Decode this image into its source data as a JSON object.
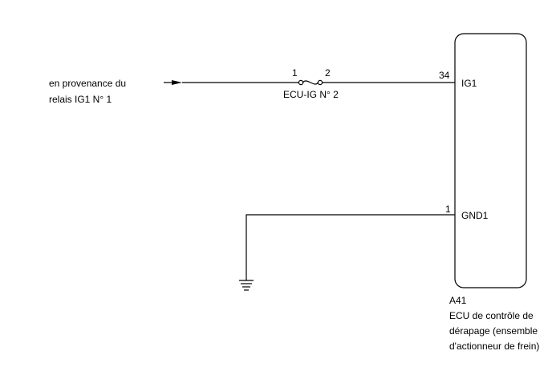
{
  "source": {
    "line1": "en provenance du",
    "line2": "relais IG1 N° 1"
  },
  "fuse": {
    "pin_left": "1",
    "pin_right": "2",
    "name": "ECU-IG N° 2"
  },
  "ecu": {
    "connector": "A41",
    "name_line1": "ECU de contrôle de",
    "name_line2": "dérapage (ensemble",
    "name_line3": "d'actionneur de frein)",
    "pins": [
      {
        "number": "34",
        "name": "IG1"
      },
      {
        "number": "1",
        "name": "GND1"
      }
    ]
  }
}
